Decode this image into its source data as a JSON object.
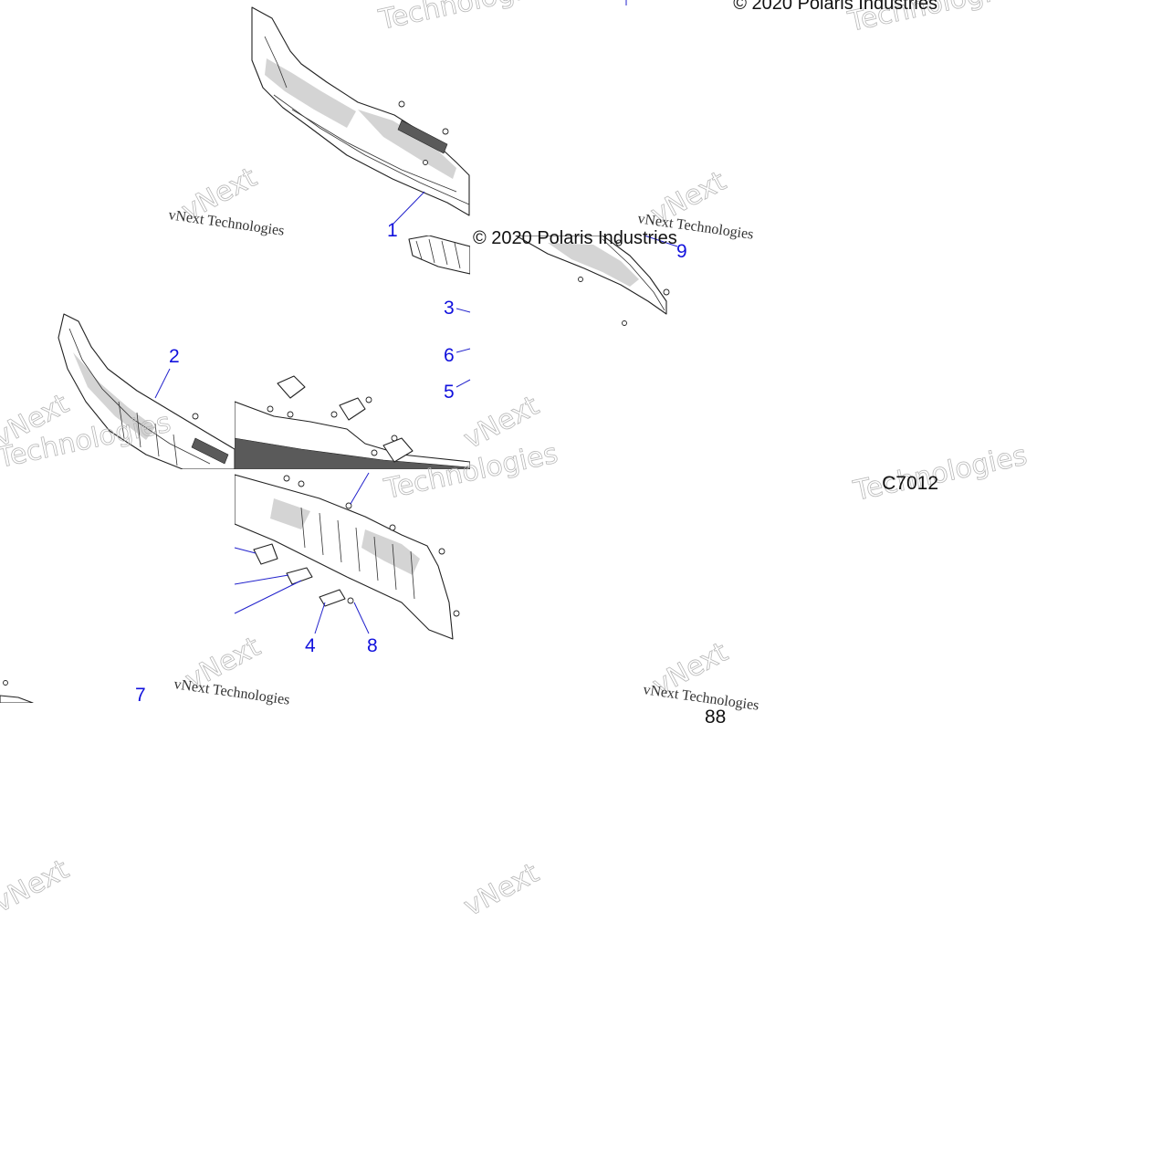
{
  "callouts": [
    "1",
    "2",
    "3",
    "4",
    "5",
    "6",
    "7",
    "8",
    "9"
  ],
  "copyright_text": "© 2020 Polaris Industries",
  "diagram_code": "C7012",
  "page_number": "88",
  "watermark": {
    "brand": "vNext",
    "word": "Technologies",
    "line": "vNext Technologies"
  },
  "colors": {
    "callout": "#1111dd",
    "outline": "#222222",
    "shading": "#d4d4d4",
    "watermark": "#b8b8b8"
  }
}
